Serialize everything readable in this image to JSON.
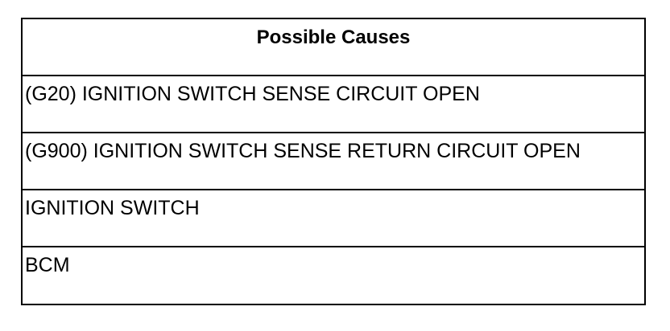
{
  "table": {
    "header": "Possible Causes",
    "rows": [
      "(G20) IGNITION SWITCH SENSE CIRCUIT OPEN",
      "(G900) IGNITION SWITCH SENSE RETURN CIRCUIT OPEN",
      "IGNITION SWITCH",
      "BCM"
    ]
  }
}
